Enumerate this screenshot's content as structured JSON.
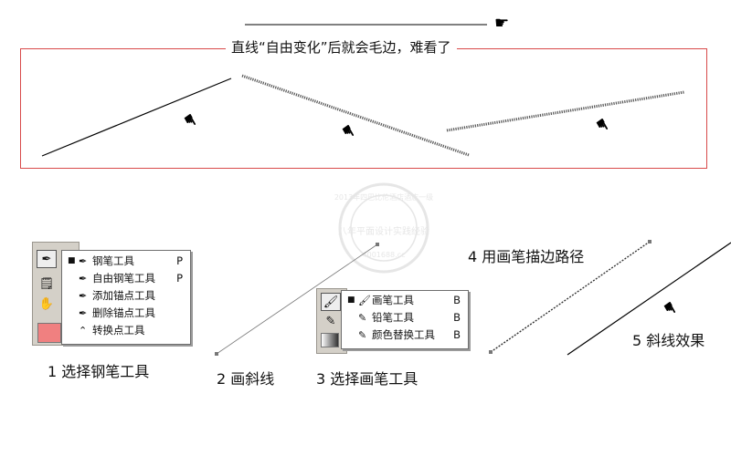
{
  "header": {
    "title": "直线“自由变化”后就会毛边，难看了"
  },
  "captions": {
    "step1": "1 选择钢笔工具",
    "step2": "2 画斜线",
    "step3": "3 选择画笔工具",
    "step4": "4 用画笔描边路径",
    "step5": "5 斜线效果"
  },
  "pen_menu": {
    "items": [
      {
        "label": "钢笔工具",
        "key": "P",
        "selected": true,
        "icon": "pen-icon"
      },
      {
        "label": "自由钢笔工具",
        "key": "P",
        "selected": false,
        "icon": "freeform-pen-icon"
      },
      {
        "label": "添加锚点工具",
        "key": "",
        "selected": false,
        "icon": "add-anchor-icon"
      },
      {
        "label": "删除锚点工具",
        "key": "",
        "selected": false,
        "icon": "delete-anchor-icon"
      },
      {
        "label": "转换点工具",
        "key": "",
        "selected": false,
        "icon": "convert-point-icon"
      }
    ]
  },
  "brush_menu": {
    "items": [
      {
        "label": "画笔工具",
        "key": "B",
        "selected": true,
        "icon": "brush-icon"
      },
      {
        "label": "铅笔工具",
        "key": "B",
        "selected": false,
        "icon": "pencil-icon"
      },
      {
        "label": "颜色替换工具",
        "key": "B",
        "selected": false,
        "icon": "color-replace-icon"
      }
    ]
  },
  "colors": {
    "frame": "#d84a4a",
    "swatch": "#f08080",
    "panel": "#d4d0c8"
  },
  "watermark": {
    "line1": "2013年四巴比伦酒店酒店一级",
    "line2": "八年平面设计实践经验",
    "line3": "4001688.cc"
  }
}
